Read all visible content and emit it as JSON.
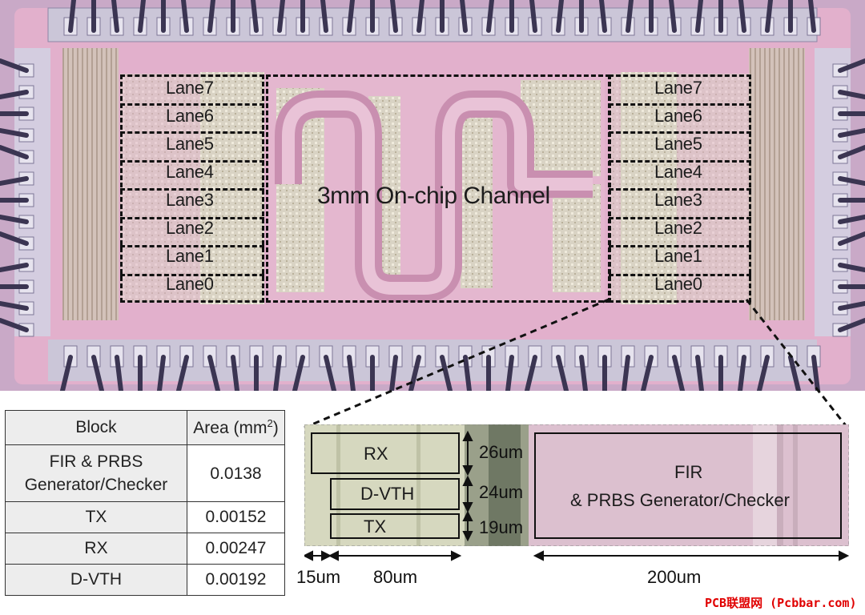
{
  "die_photo": {
    "channel_label": "3mm On-chip Channel",
    "left_lanes": [
      "Lane7",
      "Lane6",
      "Lane5",
      "Lane4",
      "Lane3",
      "Lane2",
      "Lane1",
      "Lane0"
    ],
    "right_lanes": [
      "Lane7",
      "Lane6",
      "Lane5",
      "Lane4",
      "Lane3",
      "Lane2",
      "Lane1",
      "Lane0"
    ]
  },
  "area_table": {
    "header_block": "Block",
    "header_area": "Area (mm",
    "header_area_sup": "2",
    "header_area_close": ")",
    "rows": [
      {
        "block": "FIR & PRBS Generator/Checker",
        "area": "0.0138"
      },
      {
        "block": "TX",
        "area": "0.00152"
      },
      {
        "block": "RX",
        "area": "0.00247"
      },
      {
        "block": "D-VTH",
        "area": "0.00192"
      }
    ]
  },
  "zoom_detail": {
    "rx_label": "RX",
    "dvth_label": "D-VTH",
    "tx_label": "TX",
    "fir_label_line1": "FIR",
    "fir_label_line2": "& PRBS Generator/Checker",
    "height_rx": "26um",
    "height_dvth": "24um",
    "height_tx": "19um",
    "width_15": "15um",
    "width_80": "80um",
    "width_200": "200um"
  },
  "watermark": "PCB联盟网 (Pcbbar.com)",
  "colors": {
    "die_pink": "#e3a7c8",
    "die_dark": "#4a3d5e",
    "watermark_red": "#e00000",
    "table_header_gray": "#ededed"
  }
}
